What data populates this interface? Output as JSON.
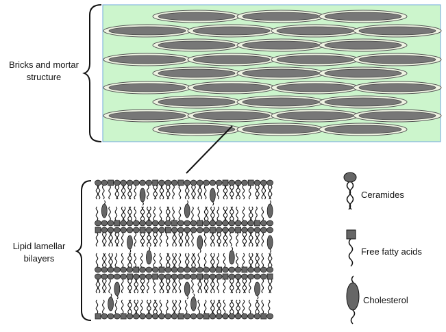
{
  "labels": {
    "bricks_mortar": [
      "Bricks and mortar",
      "structure"
    ],
    "lipid_bilayers": [
      "Lipid lamellar",
      "bilayers"
    ]
  },
  "legend": [
    {
      "label": "Ceramides",
      "icon": "ceramide-icon"
    },
    {
      "label": "Free fatty acids",
      "icon": "free-fatty-acid-icon"
    },
    {
      "label": "Cholesterol",
      "icon": "cholesterol-icon"
    }
  ],
  "colors": {
    "mortar_fill": "#ccf5cc",
    "mortar_border": "#6fa8dc",
    "brick_outer": "#eef3e2",
    "brick_inner": "#777777",
    "lipid_head": "#666666",
    "line": "#111111"
  }
}
